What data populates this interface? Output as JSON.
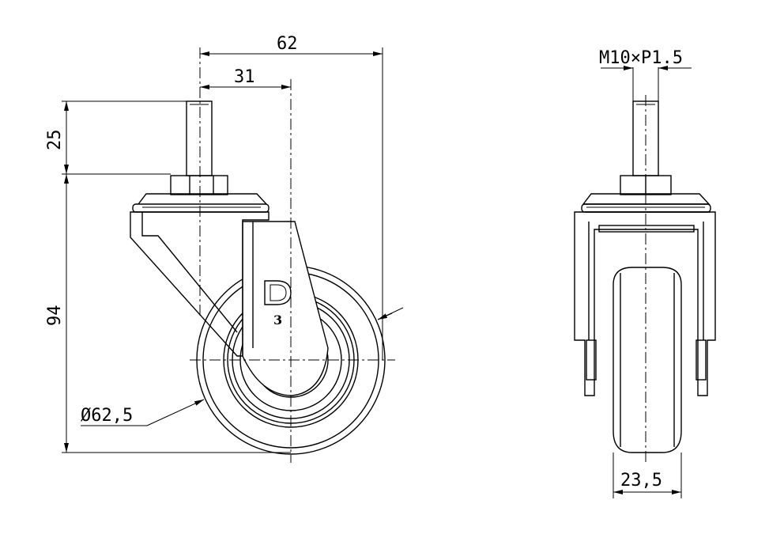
{
  "dimensions": {
    "overall_offset": "62",
    "stem_offset": "31",
    "stem_height": "25",
    "total_height": "94",
    "wheel_diameter": "Ø62,5",
    "thread": "M10×P1.5",
    "wheel_width": "23,5"
  },
  "logo": {
    "number": "3"
  }
}
